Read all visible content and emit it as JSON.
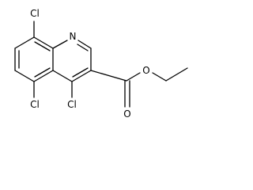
{
  "molecule": {
    "atom_labels": {
      "cl_top": "Cl",
      "n": "N",
      "cl_bottom_left": "Cl",
      "cl_bottom_mid": "Cl",
      "o_ester": "O",
      "o_carbonyl": "O"
    },
    "colors": {
      "bond": "#000000",
      "label": "#000000",
      "background": "#ffffff"
    }
  }
}
